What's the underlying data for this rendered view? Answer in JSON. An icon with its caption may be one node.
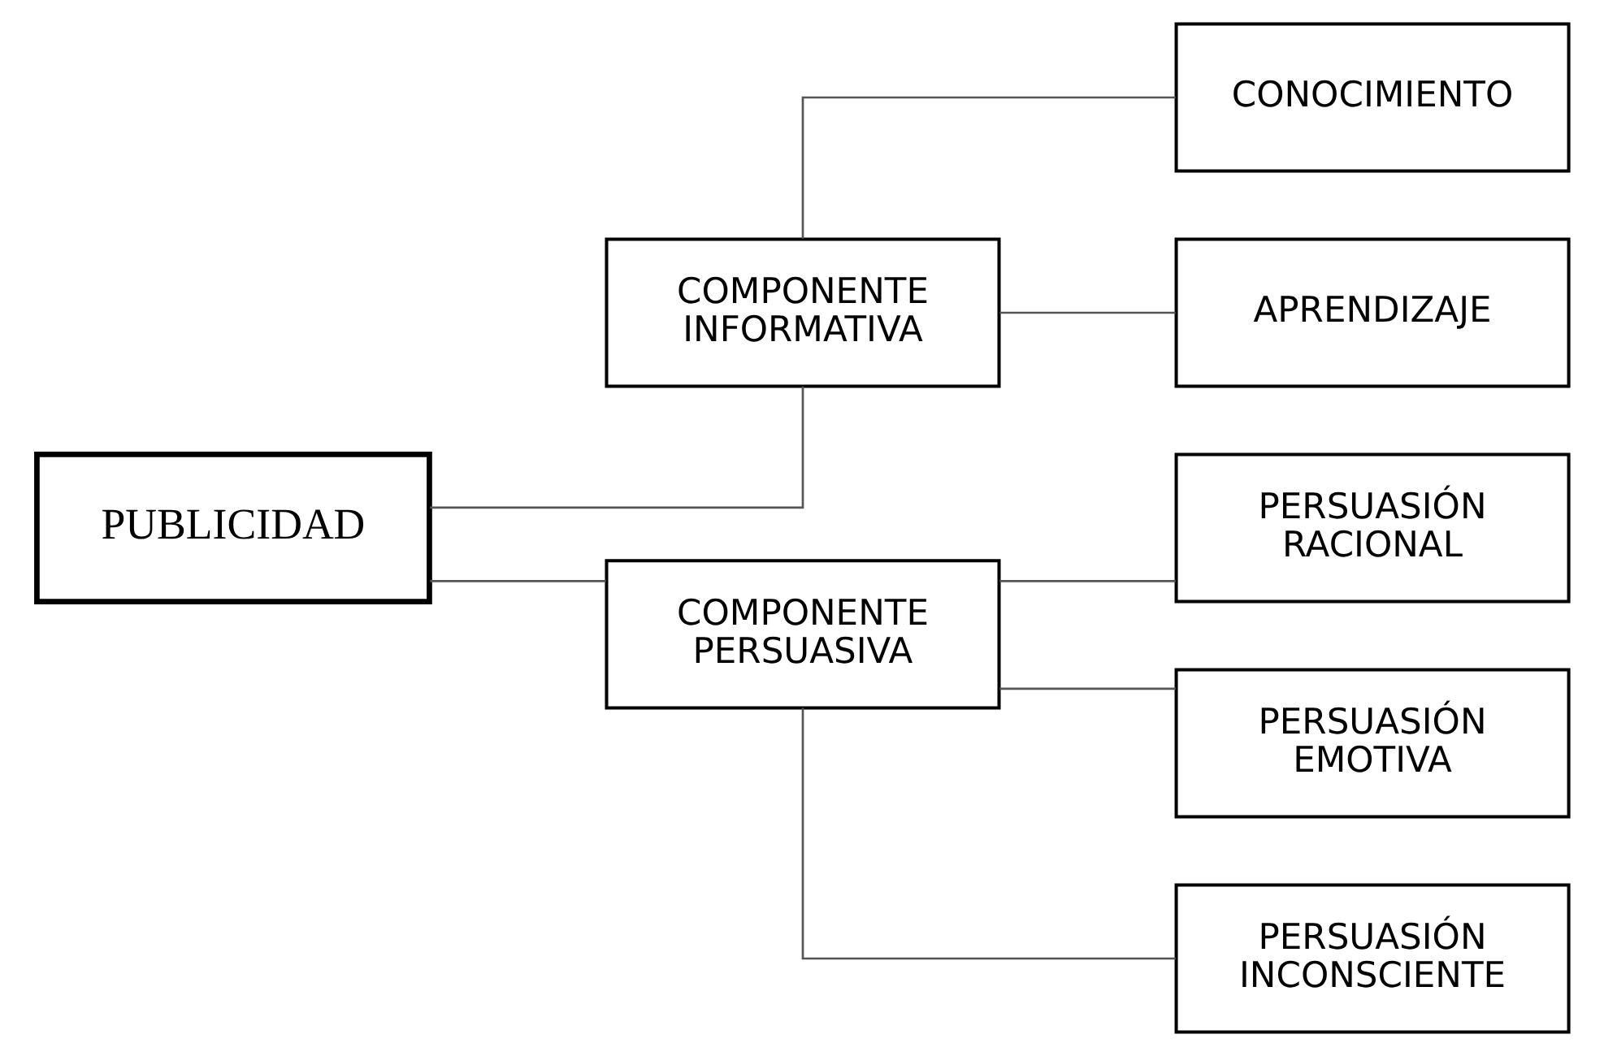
{
  "diagram": {
    "nodes": [
      {
        "text": [
          "PUBLICIDAD"
        ]
      },
      {
        "text": [
          "COMPONENTE INFORMATIVA"
        ]
      },
      {
        "text": [
          "CONOCIMIENTO"
        ]
      },
      {
        "text": [
          "APRENDIZAJE"
        ]
      },
      {
        "text": [
          "COMPONENTE PERSUASIVA"
        ]
      },
      {
        "text": [
          "PERSUASIÓN RACIONAL"
        ]
      },
      {
        "text": [
          "PERSUASIÓN EMOTIVA"
        ]
      },
      {
        "text": [
          "PERSUASIÓN INCONSCIENTE"
        ]
      }
    ],
    "edges": [
      {
        "from": 0,
        "to": 1,
        "arrow": "none"
      },
      {
        "from": 0,
        "to": 4,
        "arrow": "none"
      },
      {
        "from": 1,
        "to": 2,
        "arrow": "none"
      },
      {
        "from": 1,
        "to": 3,
        "arrow": "none"
      },
      {
        "from": 4,
        "to": 5,
        "arrow": "none"
      },
      {
        "from": 4,
        "to": 6,
        "arrow": "none"
      },
      {
        "from": 4,
        "to": 7,
        "arrow": "none"
      }
    ]
  }
}
